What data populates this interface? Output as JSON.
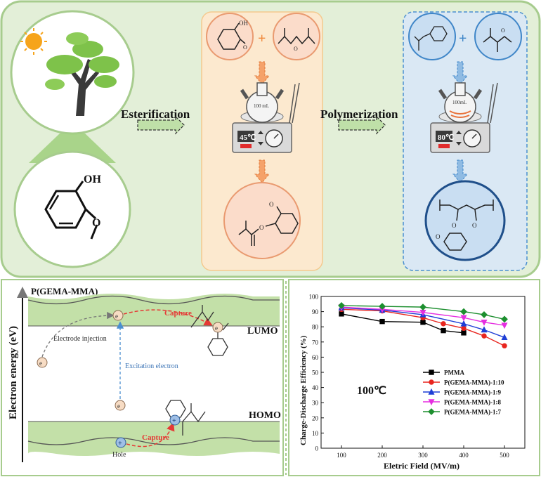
{
  "top": {
    "step1_label": "Esterification",
    "step2_label": "Polymerization",
    "guaiacol_oh": "OH",
    "flask_label_1": "100 mL",
    "flask_label_2": "100mL",
    "temp_1": "45℃",
    "temp_2": "80℃"
  },
  "energy": {
    "title": "P(GEMA-MMA)",
    "y_axis": "Electron energy (eV)",
    "lumo": "LUMO",
    "homo": "HOMO",
    "electrode_injection": "Electrode injection",
    "excitation": "Excitation electron",
    "capture_top": "Capture",
    "capture_bottom": "Capture",
    "hole": "Hole",
    "electron_symbol": "e",
    "hole_symbol": "+"
  },
  "colors": {
    "green_bg": "#e3efd8",
    "green_border": "#a7cc8e",
    "orange_panel": "#fce9cf",
    "blue_panel": "#dae8f4",
    "band_green": "#c3e0a8",
    "capture_red": "#e53935"
  },
  "chart_data": {
    "type": "line",
    "xlabel": "Eletric Field (MV/m)",
    "ylabel": "Charge-Discharge Efficiency (%)",
    "annotation": "100℃",
    "xlim": [
      50,
      550
    ],
    "ylim": [
      0,
      100
    ],
    "xticks": [
      "100",
      "200",
      "300",
      "400",
      "500"
    ],
    "yticks": [
      "0",
      "10",
      "20",
      "30",
      "40",
      "50",
      "60",
      "70",
      "80",
      "90",
      "100"
    ],
    "legend_position": "bottom-right",
    "series": [
      {
        "name": "PMMA",
        "color": "#000000",
        "marker": "square",
        "x": [
          100,
          200,
          300,
          350,
          400
        ],
        "y": [
          88.5,
          83.5,
          83,
          77.5,
          76
        ]
      },
      {
        "name": "P(GEMA-MMA)-1:10",
        "color": "#e8251f",
        "marker": "circle",
        "x": [
          100,
          200,
          300,
          350,
          400,
          450,
          500
        ],
        "y": [
          91.5,
          90.5,
          86,
          82,
          79,
          74,
          67.5
        ]
      },
      {
        "name": "P(GEMA-MMA)-1:9",
        "color": "#1f3fd6",
        "marker": "triangle",
        "x": [
          100,
          200,
          300,
          400,
          450,
          500
        ],
        "y": [
          92.5,
          91,
          88,
          82,
          78,
          73
        ]
      },
      {
        "name": "P(GEMA-MMA)-1:8",
        "color": "#e52fe0",
        "marker": "triangle-down",
        "x": [
          100,
          200,
          300,
          400,
          450,
          500
        ],
        "y": [
          93,
          91.5,
          89.5,
          86,
          83,
          81
        ]
      },
      {
        "name": "P(GEMA-MMA)-1:7",
        "color": "#1d8f2f",
        "marker": "diamond",
        "x": [
          100,
          200,
          300,
          400,
          450,
          500
        ],
        "y": [
          94,
          93.5,
          93,
          90,
          88,
          85
        ]
      }
    ]
  }
}
